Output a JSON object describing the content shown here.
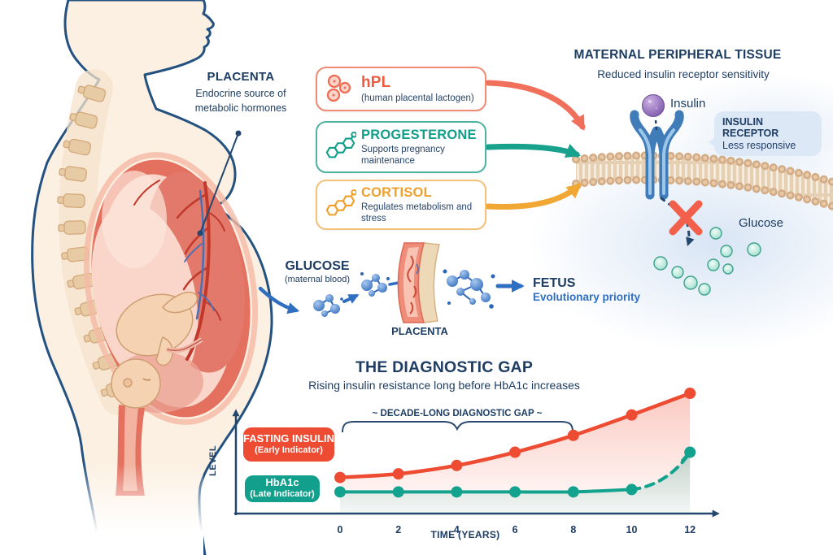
{
  "palette": {
    "navy": "#1e3d63",
    "outline_navy": "#235180",
    "red": "#ee4b33",
    "coral_arrow": "#f0705b",
    "teal": "#13a28d",
    "orange": "#f0a733",
    "blue": "#2f6fc1",
    "light_blue": "#dde8f7",
    "membrane_tan": "#d3ab85",
    "skin": "#fcf0e2"
  },
  "left_panel": {
    "placenta_title": "PLACENTA",
    "placenta_line1": "Endocrine source of",
    "placenta_line2": "metabolic hormones"
  },
  "hormones": [
    {
      "title": "hPL",
      "subtitle": "(human placental lactogen)",
      "color": "#ee5b41",
      "border": "#f18a75",
      "icon": "vesicle-cluster-icon"
    },
    {
      "title": "PROGESTERONE",
      "subtitle": "Supports pregnancy maintenance",
      "color": "#129e8a",
      "border": "#4fb3a2",
      "icon": "steroid-molecule-icon"
    },
    {
      "title": "CORTISOL",
      "subtitle": "Regulates metabolism and stress",
      "color": "#efa02c",
      "border": "#f5c178",
      "icon": "steroid-molecule-icon"
    }
  ],
  "tissue": {
    "title": "MATERNAL PERIPHERAL TISSUE",
    "subtitle": "Reduced insulin receptor sensitivity",
    "insulin_label": "Insulin",
    "receptor_title": "INSULIN RECEPTOR",
    "receptor_subtitle": "Less responsive",
    "glucose_label": "Glucose"
  },
  "glucose_flow": {
    "title": "GLUCOSE",
    "subtitle": "(maternal blood)",
    "placenta_label": "PLACENTA",
    "fetus_label": "FETUS",
    "fetus_subtitle": "Evolutionary priority"
  },
  "chart_data": {
    "type": "line",
    "title": "THE DIAGNOSTIC GAP",
    "subtitle": "Rising insulin resistance long before HbA1c increases",
    "xlabel": "TIME (YEARS)",
    "ylabel": "LEVEL",
    "x": [
      0,
      2,
      4,
      6,
      8,
      10,
      12
    ],
    "xlim": [
      0,
      13.2
    ],
    "ylim": [
      0,
      6
    ],
    "grid": false,
    "legend_position": "left",
    "annotation": "~ DECADE-LONG DIAGNOSTIC GAP ~",
    "annotation_span_years": [
      0,
      8
    ],
    "series": [
      {
        "name": "FASTING INSULIN",
        "sublabel": "(Early Indicator)",
        "color": "#ee4b33",
        "style": "solid",
        "values": [
          1.5,
          1.65,
          2.0,
          2.55,
          3.25,
          4.1,
          5.0
        ]
      },
      {
        "name": "HbA1c",
        "sublabel": "(Late Indicator)",
        "color": "#13a28d",
        "style": "solid-then-dashed",
        "dashed_from_year": 10,
        "values": [
          0.9,
          0.9,
          0.9,
          0.9,
          0.9,
          1.0,
          2.55
        ]
      }
    ]
  }
}
